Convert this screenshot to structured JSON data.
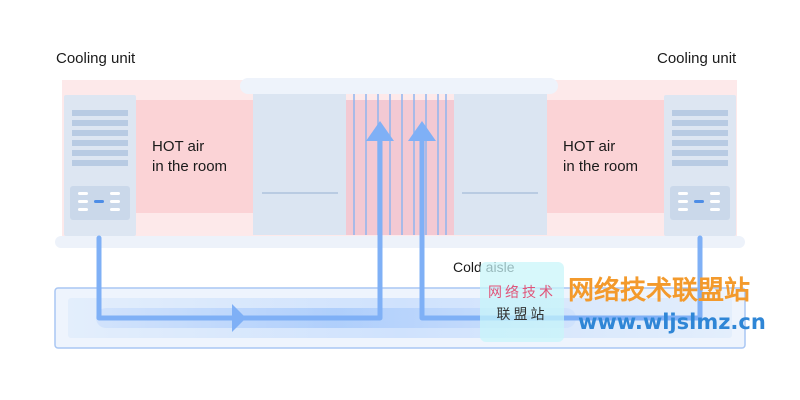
{
  "labels": {
    "cooling_unit_left": "Cooling unit",
    "cooling_unit_right": "Cooling unit",
    "hot_air_left": {
      "line1": "HOT air",
      "line2": "in the room"
    },
    "hot_air_right": {
      "line1": "HOT air",
      "line2": "in the room"
    },
    "cold_aisle": "Cold aisle"
  },
  "watermark": {
    "badge_line1": "网络技术",
    "badge_line2": "联盟站",
    "title": "网络技术联盟站",
    "url": "www.wljslmz.cn"
  },
  "colors": {
    "hot_zone": "#fbd3d6",
    "hot_zone_light": "#fde9ea",
    "rack": "#dde6f2",
    "floor": "#eef3fb",
    "airflow": "#7fb0f6",
    "watermark_title": "#f39a2c",
    "watermark_url": "#2f86d6"
  }
}
